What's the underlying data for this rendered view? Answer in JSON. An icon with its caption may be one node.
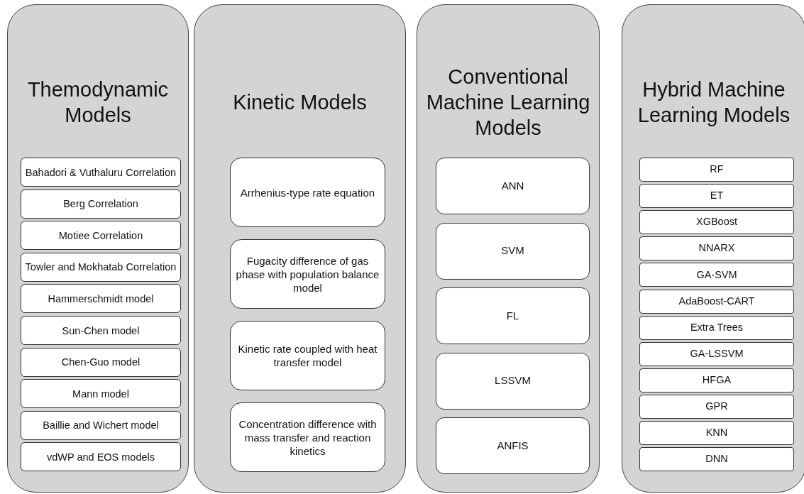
{
  "diagram": {
    "nodes": [
      {
        "text": [
          "Themodynamic Models"
        ]
      },
      {
        "text": [
          "Bahadori & Vuthaluru Correlation"
        ],
        "in": 0
      },
      {
        "text": [
          "Berg Correlation"
        ],
        "in": 0
      },
      {
        "text": [
          "Motiee Correlation"
        ],
        "in": 0
      },
      {
        "text": [
          "Towler and Mokhatab Correlation"
        ],
        "in": 0
      },
      {
        "text": [
          "Hammerschmidt model"
        ],
        "in": 0
      },
      {
        "text": [
          "Sun-Chen model"
        ],
        "in": 0
      },
      {
        "text": [
          "Chen-Guo model"
        ],
        "in": 0
      },
      {
        "text": [
          "Mann model"
        ],
        "in": 0
      },
      {
        "text": [
          "Baillie and Wichert model"
        ],
        "in": 0
      },
      {
        "text": [
          "vdWP and EOS models"
        ],
        "in": 0
      },
      {
        "text": [
          "Kinetic Models"
        ]
      },
      {
        "text": [
          "Arrhenius-type rate equation"
        ],
        "in": 11
      },
      {
        "text": [
          "Fugacity difference of gas phase with population balance model"
        ],
        "in": 11
      },
      {
        "text": [
          "Kinetic rate coupled with heat transfer model"
        ],
        "in": 11
      },
      {
        "text": [
          "Concentration difference with mass transfer and reaction kinetics"
        ],
        "in": 11
      },
      {
        "text": [
          "Conventional Machine Learning  Models"
        ]
      },
      {
        "text": [
          "ANN"
        ],
        "in": 16
      },
      {
        "text": [
          "SVM"
        ],
        "in": 16
      },
      {
        "text": [
          "FL"
        ],
        "in": 16
      },
      {
        "text": [
          "LSSVM"
        ],
        "in": 16
      },
      {
        "text": [
          "ANFIS"
        ],
        "in": 16
      },
      {
        "text": [
          "Hybrid Machine Learning Models"
        ]
      },
      {
        "text": [
          "RF"
        ],
        "in": 22
      },
      {
        "text": [
          "ET"
        ],
        "in": 22
      },
      {
        "text": [
          "XGBoost"
        ],
        "in": 22
      },
      {
        "text": [
          "NNARX"
        ],
        "in": 22
      },
      {
        "text": [
          "GA-SVM"
        ],
        "in": 22
      },
      {
        "text": [
          "AdaBoost-CART"
        ],
        "in": 22
      },
      {
        "text": [
          "Extra Trees"
        ],
        "in": 22
      },
      {
        "text": [
          "GA-LSSVM"
        ],
        "in": 22
      },
      {
        "text": [
          "HFGA"
        ],
        "in": 22
      },
      {
        "text": [
          "GPR"
        ],
        "in": 22
      },
      {
        "text": [
          "KNN"
        ],
        "in": 22
      },
      {
        "text": [
          "DNN"
        ],
        "in": 22
      }
    ]
  }
}
